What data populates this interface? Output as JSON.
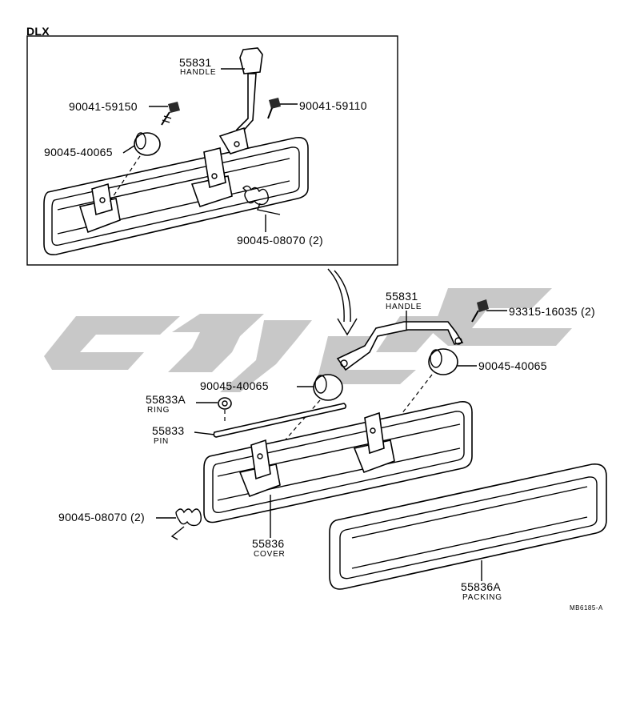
{
  "diagram": {
    "section_label": "DLX",
    "figure_code": "MB6185-A",
    "watermark_color": "#c8c8c8",
    "inset": {
      "handle": {
        "number": "55831",
        "name": "HANDLE"
      },
      "screw_left": {
        "number": "90041-59150"
      },
      "screw_right": {
        "number": "90041-59110"
      },
      "bumper": {
        "number": "90045-40065"
      },
      "spring": {
        "number": "90045-08070 (2)"
      }
    },
    "main": {
      "handle": {
        "number": "55831",
        "name": "HANDLE"
      },
      "screw": {
        "number": "93315-16035 (2)"
      },
      "bumper_right": {
        "number": "90045-40065"
      },
      "bumper_left": {
        "number": "90045-40065"
      },
      "ring": {
        "number": "55833A",
        "name": "RING"
      },
      "pin": {
        "number": "55833",
        "name": "PIN"
      },
      "spring": {
        "number": "90045-08070 (2)"
      },
      "cover": {
        "number": "55836",
        "name": "COVER"
      },
      "packing": {
        "number": "55836A",
        "name": "PACKING"
      }
    }
  }
}
